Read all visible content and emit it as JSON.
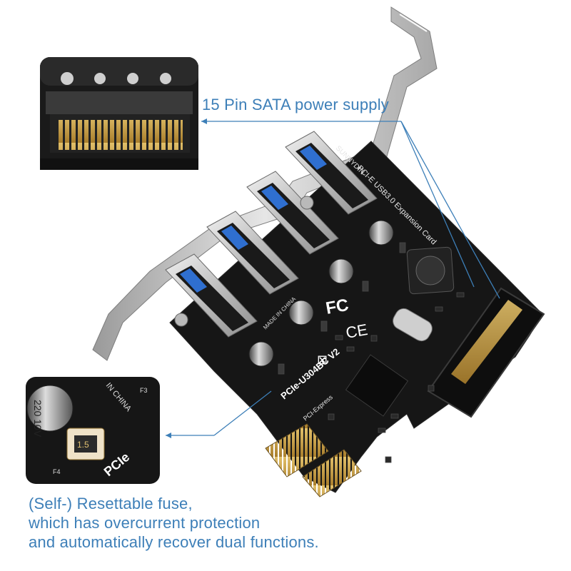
{
  "callouts": {
    "sata_power": {
      "label": "15 Pin SATA power supply"
    },
    "fuse": {
      "lines": [
        "(Self-) Resettable fuse,",
        "which has overcurrent protection",
        "and automatically recover dual functions."
      ]
    }
  },
  "board": {
    "series_id": "SUNNYDIN",
    "product_text": "PCI-E USB3.0 Expansion Card",
    "model": "PCIe-U304BC V2",
    "bus_label": "PCI-Express",
    "origin": "MADE IN CHINA",
    "capacitor_text": "220 10V",
    "fuse_text": "1.5",
    "fuse_ref": "F4",
    "usb_port_count": 4,
    "sata_pin_count": 15
  },
  "zoom_fuse": {
    "origin_text": "IN CHINA",
    "ref_f3": "F3",
    "cap_text": "220 10V",
    "pcie_text": "PCIe"
  },
  "colors": {
    "pcb": "#141414",
    "bracket": "#c9c9c9",
    "usb_metal": "#d2d2d2",
    "gold": "#c9a24a",
    "callout_line": "#3d7fb8",
    "caption": "#3d7fb8"
  }
}
